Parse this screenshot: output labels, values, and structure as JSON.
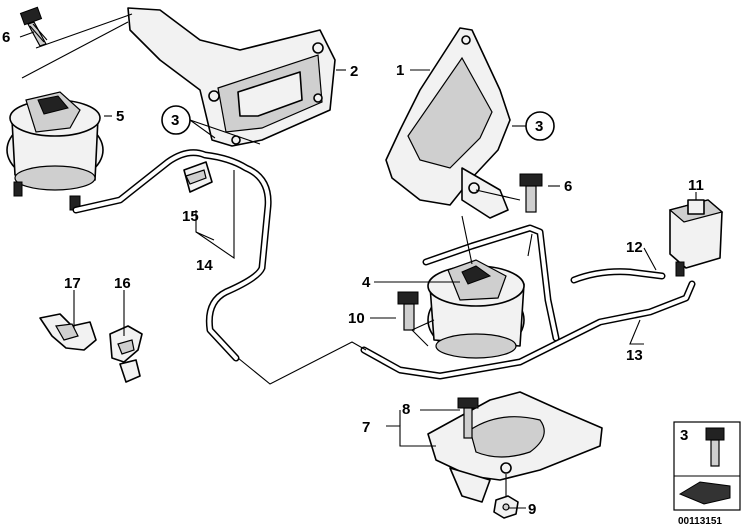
{
  "labels": {
    "l1": "1",
    "l2": "2",
    "l3a": "3",
    "l3b": "3",
    "l4": "4",
    "l5": "5",
    "l6a": "6",
    "l6b": "6",
    "l7": "7",
    "l8": "8",
    "l9": "9",
    "l10": "10",
    "l11": "11",
    "l12": "12",
    "l13": "13",
    "l14": "14",
    "l15": "15",
    "l16": "16",
    "l17": "17"
  },
  "legend": {
    "label": "3"
  },
  "doc_number": "00113151"
}
